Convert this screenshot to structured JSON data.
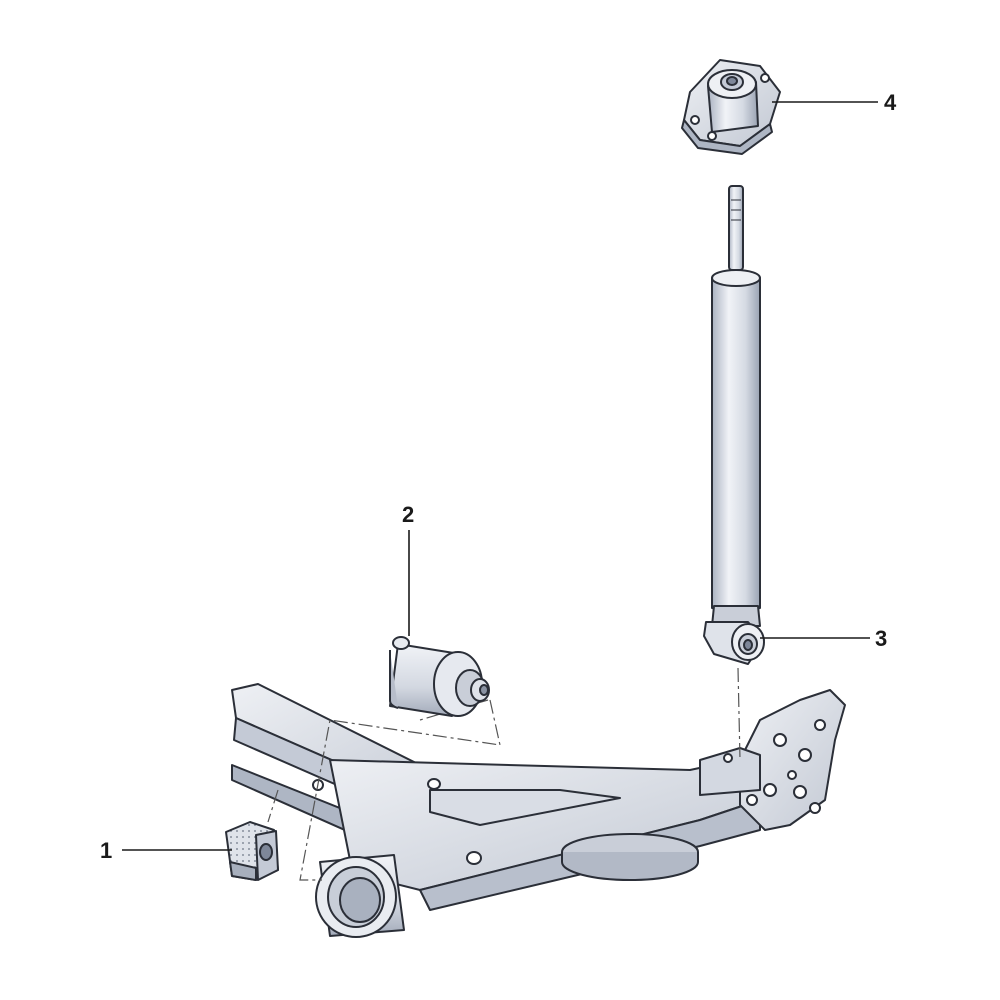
{
  "callouts": [
    {
      "number": "1",
      "part": "rubber-bushing-clip"
    },
    {
      "number": "2",
      "part": "trailing-arm-bushing"
    },
    {
      "number": "3",
      "part": "shock-absorber"
    },
    {
      "number": "4",
      "part": "shock-upper-mount"
    }
  ],
  "colors": {
    "part_fill": "#e6e9ef",
    "part_shade": "#c4cad6",
    "part_dark": "#9aa3b3",
    "outline": "#2b2f38",
    "leader": "#1a1a1a",
    "dash": "#555555"
  }
}
